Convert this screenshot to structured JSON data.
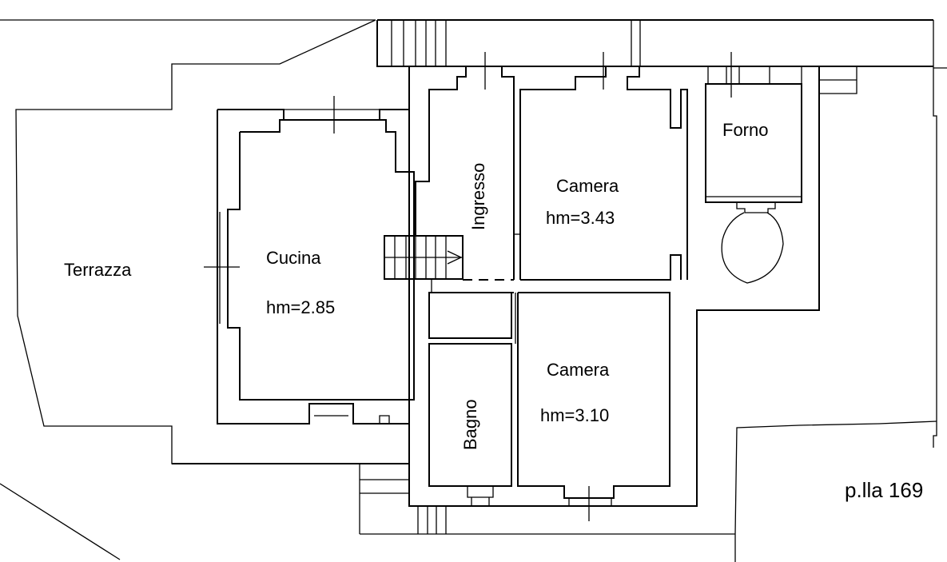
{
  "plan": {
    "rooms": {
      "terrazza": "Terrazza",
      "cucina": "Cucina",
      "cucina_height": "hm=2.85",
      "ingresso": "Ingresso",
      "camera1": "Camera",
      "camera1_height": "hm=3.43",
      "forno": "Forno",
      "bagno": "Bagno",
      "camera2": "Camera",
      "camera2_height": "hm=3.10"
    },
    "parcel_label": "p.lla 169"
  },
  "colors": {
    "line": "#000000",
    "background": "#ffffff"
  }
}
